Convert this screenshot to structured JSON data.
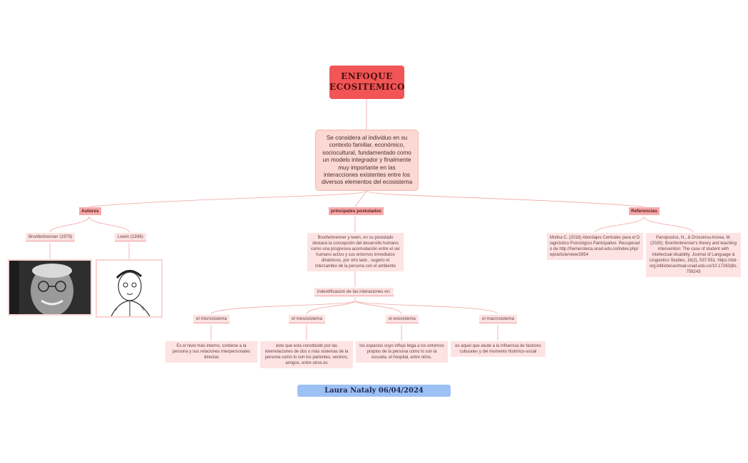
{
  "root": {
    "line1": "ENFOQUE",
    "line2": "ECOSITEMICO"
  },
  "description": "Se considera al individuo en su contexto familiar, económico, sociocultural, fundamentado como un modelo integrador y finalmente muy importante en las interacciones existentes entre los diversos elementos del ecosistema",
  "branches": {
    "autores": {
      "label": "Autores",
      "authors": [
        "Bronferbrenner (1979)",
        "Lewin (1936)"
      ]
    },
    "postulados": {
      "label": "principales postulados",
      "text": "Bronferbrenner y lewin, en su postulado destace la concepción del desarrollo humano como una progresiva acomodación entre el ser humano activo y sus entornos inmediatos dinámicos, por otro lado , sugerio el intercambio de la persona con el ambiente",
      "interactions_label": "indentificacion de las interaciones en:",
      "systems": [
        {
          "name": "el microsistema",
          "text": "Es el nivel más interno, contiene a la persona y sus relaciones interpersonales directas"
        },
        {
          "name": "el mesosistema",
          "text": "éste que esta constituido por las interrelaciones de dos o más sistemas de la persona  como lo son los parientes, vecinos, amigos, entre otros.es"
        },
        {
          "name": "el exosistema",
          "text": "los espacios cuyo influjo llega a los entornos propios de la persona como lo son la escuela, el hospital, entre otros."
        },
        {
          "name": "el macrosistema",
          "text": "es aquel que alude a la influencia de factores culturales y del momento histórico-social"
        }
      ]
    },
    "referencias": {
      "label": "Referencias",
      "refs": [
        "Molina C. (2018) Abordajes Centrales para el Diagnóstico Psicológico Participativo. Recuperado de http://hemeroteca.unad.edu.co/index.php/wp/article/view/2854",
        "Panopoulos, N., & Drossinou-Korea, M. (2020). Bronfenbrenner's theory and teaching intervention: The case of student with intellectual disability. Journal of Language & Linguistics Studies, 16(2), 537-551. https://doi-org.bibliotecavirtual.unad.edu.co/10.17263/jlls.759243"
      ]
    }
  },
  "footer": "Laura Nataly 06/04/2024",
  "colors": {
    "root": "#f25555",
    "line": "#f29a9a",
    "footer": "#9ec1f5"
  }
}
